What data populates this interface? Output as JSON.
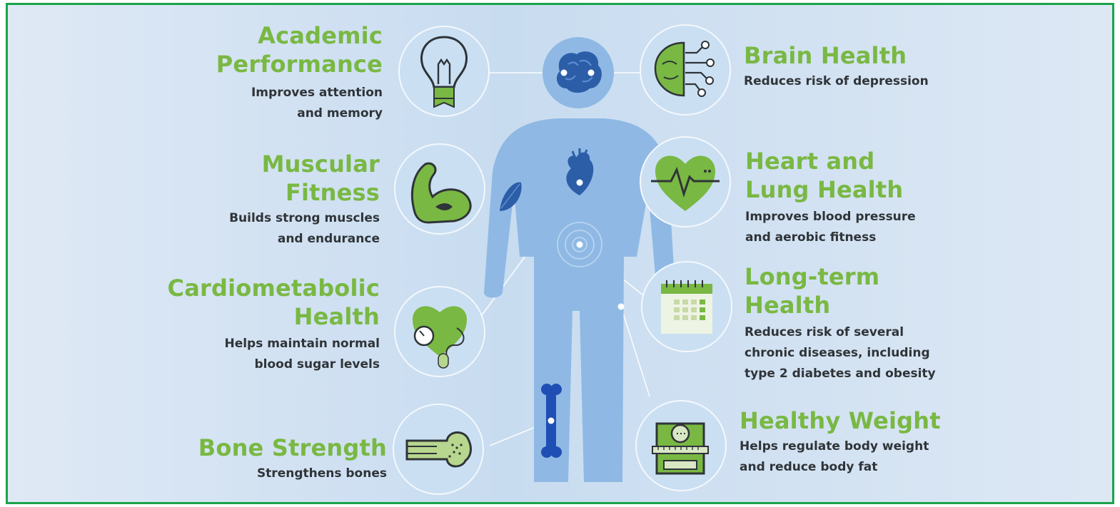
{
  "colors": {
    "accent_green": "#79b843",
    "border_green": "#1aa34a",
    "body_blue": "#8fb9e4",
    "organ_blue": "#2c5ea8",
    "text_dark": "#2f3438"
  },
  "benefits": [
    {
      "id": "academic",
      "title": [
        "Academic",
        "Performance"
      ],
      "desc": [
        "Improves attention",
        "and memory"
      ],
      "icon": "lightbulb-icon"
    },
    {
      "id": "muscular",
      "title": [
        "Muscular",
        "Fitness"
      ],
      "desc": [
        "Builds strong muscles",
        "and endurance"
      ],
      "icon": "flexed-arm-icon"
    },
    {
      "id": "cardiometabolic",
      "title": [
        "Cardiometabolic",
        "Health"
      ],
      "desc": [
        "Helps maintain normal",
        "blood sugar levels"
      ],
      "icon": "heart-glucose-meter-icon"
    },
    {
      "id": "bone",
      "title": [
        "Bone Strength"
      ],
      "desc": [
        "Strengthens bones"
      ],
      "icon": "bone-icon"
    },
    {
      "id": "brain",
      "title": [
        "Brain Health"
      ],
      "desc": [
        "Reduces risk of depression"
      ],
      "icon": "circuit-brain-icon"
    },
    {
      "id": "heart",
      "title": [
        "Heart and",
        "Lung Health"
      ],
      "desc": [
        "Improves blood pressure",
        "and aerobic fitness"
      ],
      "icon": "heartbeat-icon"
    },
    {
      "id": "longterm",
      "title": [
        "Long-term",
        "Health"
      ],
      "desc": [
        "Reduces risk of several",
        "chronic diseases, including",
        "type 2 diabetes and obesity"
      ],
      "icon": "calendar-icon"
    },
    {
      "id": "weight",
      "title": [
        "Healthy Weight"
      ],
      "desc": [
        "Helps regulate body weight",
        "and reduce body fat"
      ],
      "icon": "scale-icon"
    }
  ]
}
